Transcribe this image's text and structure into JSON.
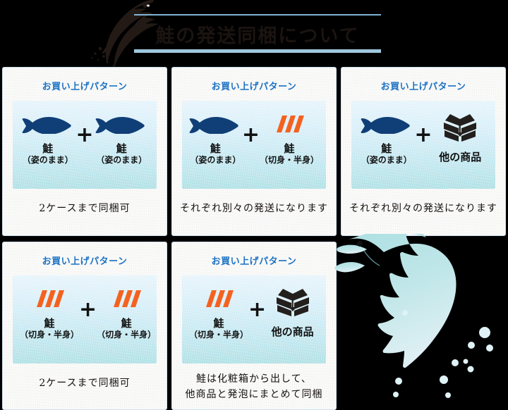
{
  "header": {
    "title": "鮭の発送同梱について",
    "logo_icon": "leaping-salmon-silhouette-icon"
  },
  "cards": [
    {
      "title": "お買い上げパターン",
      "items": [
        {
          "icon": "whole-fish-icon",
          "name": "鮭",
          "sub": "（姿のまま）"
        },
        {
          "icon": "whole-fish-icon",
          "name": "鮭",
          "sub": "（姿のまま）"
        }
      ],
      "operator": "+",
      "caption": "2ケースまで同梱可"
    },
    {
      "title": "お買い上げパターン",
      "items": [
        {
          "icon": "whole-fish-icon",
          "name": "鮭",
          "sub": "（姿のまま）"
        },
        {
          "icon": "salmon-fillet-slices-icon",
          "name": "鮭",
          "sub": "（切身・半身）"
        }
      ],
      "operator": "+",
      "caption": "それぞれ別々の発送になります"
    },
    {
      "title": "お買い上げパターン",
      "items": [
        {
          "icon": "whole-fish-icon",
          "name": "鮭",
          "sub": "（姿のまま）"
        },
        {
          "icon": "open-box-icon",
          "name": "他の商品",
          "sub": ""
        }
      ],
      "operator": "+",
      "caption": "それぞれ別々の発送になります"
    },
    {
      "title": "お買い上げパターン",
      "items": [
        {
          "icon": "salmon-fillet-slices-icon",
          "name": "鮭",
          "sub": "（切身・半身）"
        },
        {
          "icon": "salmon-fillet-slices-icon",
          "name": "鮭",
          "sub": "（切身・半身）"
        }
      ],
      "operator": "+",
      "caption": "2ケースまで同梱可"
    },
    {
      "title": "お買い上げパターン",
      "items": [
        {
          "icon": "salmon-fillet-slices-icon",
          "name": "鮭",
          "sub": "（切身・半身）"
        },
        {
          "icon": "open-box-icon",
          "name": "他の商品",
          "sub": ""
        }
      ],
      "operator": "+",
      "caption_line1": "鮭は化粧箱から出して、",
      "caption_line2": "他商品と発泡にまとめて同梱"
    }
  ],
  "decoration": {
    "salmon_icon": "jumping-salmon-illustration",
    "bubbles_icon": "water-bubbles-icon"
  },
  "colors": {
    "background": "#000000",
    "card_background": "#fbfbfa",
    "card_border": "#cfe2ee",
    "card_title": "#1c72c4",
    "panel_top": "#e6f4fb",
    "panel_bottom": "#aee0e4",
    "fish_icon": "#103f77",
    "fillet_icon": "#f4621f",
    "box_icon": "#231f1c",
    "header_rule": "#7fb4d4",
    "header_rule_thick": "#9ec8de",
    "deco_salmon": "#b9e4e6"
  }
}
